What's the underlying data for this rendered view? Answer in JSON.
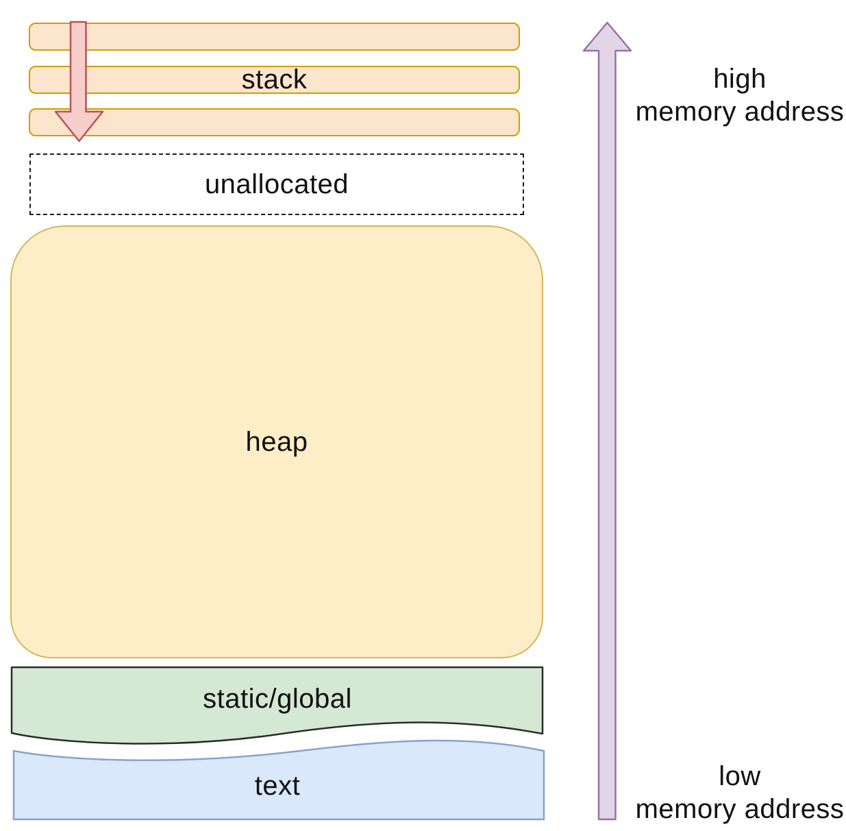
{
  "regions": {
    "stack": {
      "label": "stack"
    },
    "unallocated": {
      "label": "unallocated"
    },
    "heap": {
      "label": "heap"
    },
    "static_global": {
      "label": "static/global"
    },
    "text_segment": {
      "label": "text"
    }
  },
  "annotations": {
    "high_address": {
      "line1": "high",
      "line2": "memory address"
    },
    "low_address": {
      "line1": "low",
      "line2": "memory address"
    }
  },
  "arrows": {
    "stack_growth": {
      "direction": "down"
    },
    "address_axis": {
      "direction": "up"
    }
  },
  "colors": {
    "stack_fill": "#fce5cd",
    "stack_border": "#d79b00",
    "unallocated_fill": "#ffffff",
    "unallocated_border": "#1a1a1a",
    "heap_fill": "#fdeec8",
    "heap_border": "#d6b656",
    "static_fill": "#d5e8d4",
    "static_border": "#2b2b2b",
    "text_fill": "#dae8fc",
    "text_border": "#87a2d0",
    "down_arrow_fill": "#f8cecc",
    "down_arrow_border": "#b85450",
    "up_arrow_fill": "#e1d5e7",
    "up_arrow_border": "#9673a6",
    "label_color": "#111111"
  }
}
